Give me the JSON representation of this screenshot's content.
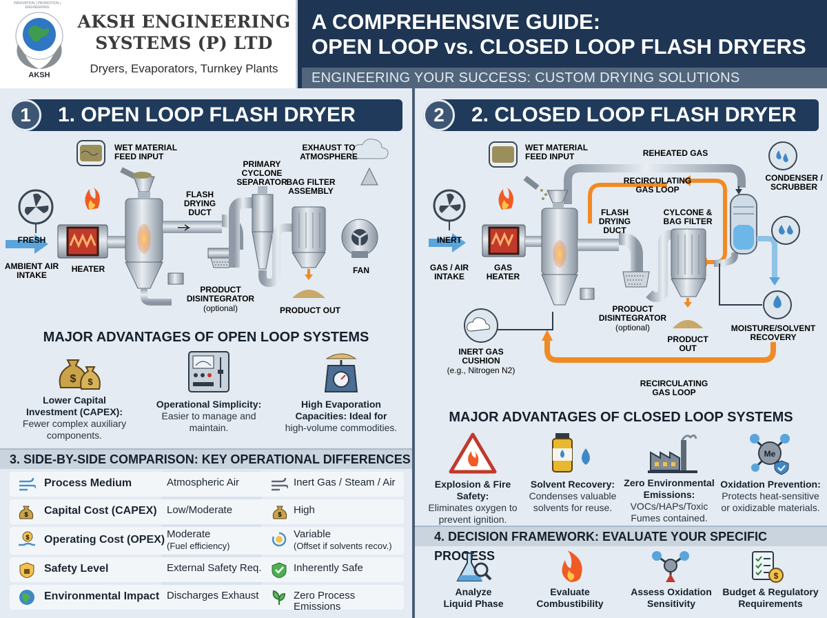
{
  "header": {
    "logo_text": "AKSH",
    "logo_ring_text": "INNOVATION | PROMOTION | ENGINEERING",
    "company_line1": "AKSH ENGINEERING",
    "company_line2": "SYSTEMS (P) LTD",
    "tagline": "Dryers, Evaporators, Turnkey Plants",
    "title_line1": "A COMPREHENSIVE GUIDE:",
    "title_line2": "OPEN LOOP vs. CLOSED LOOP FLASH DRYERS",
    "subtitle": "ENGINEERING YOUR SUCCESS: CUSTOM DRYING SOLUTIONS"
  },
  "open_loop": {
    "number": "1",
    "title": "1. OPEN LOOP FLASH DRYER",
    "labels": {
      "feed_1": "WET MATERIAL",
      "feed_2": "FEED INPUT",
      "exhaust_1": "EXHAUST TO",
      "exhaust_2": "ATMOSPHERE",
      "cyclone_1": "PRIMARY",
      "cyclone_2": "CYCLONE",
      "cyclone_3": "SEPARATOR",
      "bag_1": "BAG FILTER",
      "bag_2": "ASSEMBLY",
      "duct_1": "FLASH",
      "duct_2": "DRYING",
      "duct_3": "DUCT",
      "air_1": "FRESH",
      "air_2": "AMBIENT AIR",
      "air_3": "INTAKE",
      "heater": "HEATER",
      "fan": "FAN",
      "disint_1": "PRODUCT",
      "disint_2": "DISINTEGRATOR",
      "disint_3": "(optional)",
      "product_out": "PRODUCT OUT"
    },
    "advantages_title": "MAJOR ADVANTAGES OF OPEN LOOP SYSTEMS",
    "advantages": [
      {
        "head_1": "Lower Capital",
        "head_2": "Investment (CAPEX):",
        "body_1": "Fewer complex auxiliary",
        "body_2": "components."
      },
      {
        "head_1": "Operational Simplicity:",
        "head_2": "",
        "body_1": "Easier to manage and",
        "body_2": "maintain."
      },
      {
        "head_1": "High Evaporation",
        "head_2": "Capacities: Ideal for",
        "body_1": "high-volume commodities.",
        "body_2": ""
      }
    ]
  },
  "closed_loop": {
    "number": "2",
    "title": "2. CLOSED LOOP FLASH DRYER",
    "labels": {
      "feed_1": "WET MATERIAL",
      "feed_2": "FEED INPUT",
      "reheated": "REHEATED GAS",
      "recirc_top_1": "RECIRCULATING",
      "recirc_top_2": "GAS LOOP",
      "condenser_1": "CONDENSER /",
      "condenser_2": "SCRUBBER",
      "duct_1": "FLASH",
      "duct_2": "DRYING",
      "duct_3": "DUCT",
      "cyclone_1": "CYLCONE &",
      "cyclone_2": "BAG FILTER",
      "intake_1": "INERT",
      "intake_2": "GAS / AIR",
      "intake_3": "INTAKE",
      "heater_1": "GAS",
      "heater_2": "HEATER",
      "cushion_1": "INERT GAS",
      "cushion_2": "CUSHION",
      "cushion_3": "(e.g., Nitrogen N2)",
      "disint_1": "PRODUCT",
      "disint_2": "DISINTEGRATOR",
      "disint_3": "(optional)",
      "product_1": "PRODUCT",
      "product_2": "OUT",
      "moisture_1": "MOISTURE/SOLVENT",
      "moisture_2": "RECOVERY",
      "recirc_bottom_1": "RECIRCULATING",
      "recirc_bottom_2": "GAS LOOP"
    },
    "advantages_title": "MAJOR ADVANTAGES OF CLOSED LOOP SYSTEMS",
    "advantages": [
      {
        "head_1": "Explosion & Fire Safety:",
        "head_2": "",
        "body_1": "Eliminates oxygen to",
        "body_2": "prevent ignition.",
        "body_3": ""
      },
      {
        "head_1": "Solvent Recovery:",
        "head_2": "",
        "body_1": "Condenses valuable",
        "body_2": "solvents for reuse.",
        "body_3": ""
      },
      {
        "head_1": "Zero Environmental",
        "head_2": "Emissions:",
        "body_1": "VOCs/HAPs/Toxic",
        "body_2": "Fumes contained.",
        "body_3": ""
      },
      {
        "head_1": "Oxidation Prevention:",
        "head_2": "",
        "body_1": "Protects heat-sensitive",
        "body_2": "or oxidizable materials.",
        "body_3": ""
      }
    ],
    "molecule_label": "Me"
  },
  "comparison": {
    "title": "3. SIDE-BY-SIDE COMPARISON: KEY OPERATIONAL DIFFERENCES",
    "rows": [
      {
        "aspect": "Process Medium",
        "open_1": "Atmospheric Air",
        "open_2": "",
        "closed_1": "Inert Gas / Steam / Air",
        "closed_2": ""
      },
      {
        "aspect": "Capital Cost (CAPEX)",
        "open_1": "Low/Moderate",
        "open_2": "",
        "closed_1": "High",
        "closed_2": ""
      },
      {
        "aspect": "Operating Cost (OPEX)",
        "open_1": "Moderate",
        "open_2": "(Fuel efficiency)",
        "closed_1": "Variable",
        "closed_2": "(Offset if solvents recov.)"
      },
      {
        "aspect": "Safety Level",
        "open_1": "External Safety Req.",
        "open_2": "",
        "closed_1": "Inherently Safe",
        "closed_2": ""
      },
      {
        "aspect": "Environmental Impact",
        "open_1": "Discharges Exhaust",
        "open_2": "",
        "closed_1": "Zero Process Emissions",
        "closed_2": ""
      }
    ]
  },
  "decision": {
    "title": "4. DECISION FRAMEWORK: EVALUATE YOUR SPECIFIC PROCESS",
    "steps": [
      {
        "line1": "Analyze",
        "line2": "Liquid Phase"
      },
      {
        "line1": "Evaluate",
        "line2": "Combustibility"
      },
      {
        "line1": "Assess Oxidation",
        "line2": "Sensitivity"
      },
      {
        "line1": "Budget & Regulatory",
        "line2": "Requirements"
      }
    ]
  },
  "colors": {
    "navy": "#1f3a5b",
    "steel": "#b9c3cc",
    "orange": "#f08a24",
    "flame": "#f15a24",
    "gold": "#c9a24a",
    "blue": "#5aa4dc"
  }
}
